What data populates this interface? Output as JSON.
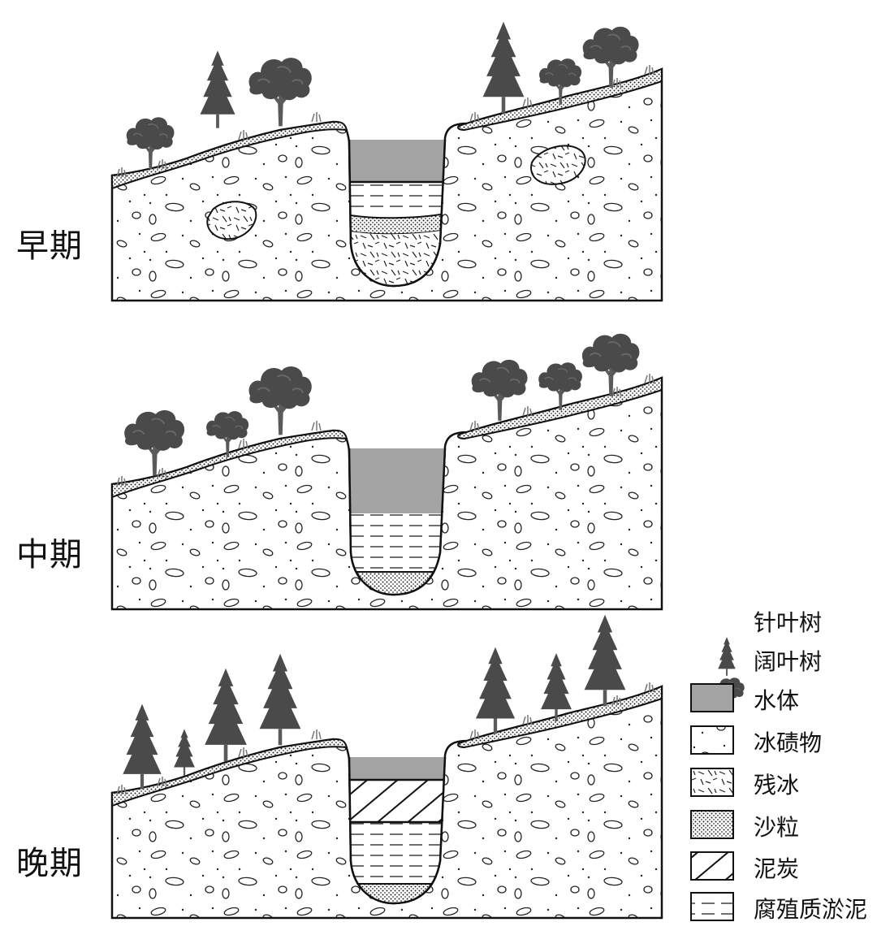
{
  "stages": [
    {
      "label": "早期"
    },
    {
      "label": "中期"
    },
    {
      "label": "晚期"
    }
  ],
  "legend": [
    {
      "key": "conifer",
      "label": "针叶树"
    },
    {
      "key": "broadleaf",
      "label": "阔叶树"
    },
    {
      "key": "water",
      "label": "水体"
    },
    {
      "key": "moraine",
      "label": "冰碛物"
    },
    {
      "key": "dead_ice",
      "label": "残冰"
    },
    {
      "key": "sand",
      "label": "沙粒"
    },
    {
      "key": "peat",
      "label": "泥炭"
    },
    {
      "key": "gyttja",
      "label": "腐殖质淤泥"
    }
  ],
  "colors": {
    "water": "#a4a4a4",
    "tree": "#4a4a4a",
    "trunk": "#5a5a5a",
    "outline": "#111111"
  }
}
